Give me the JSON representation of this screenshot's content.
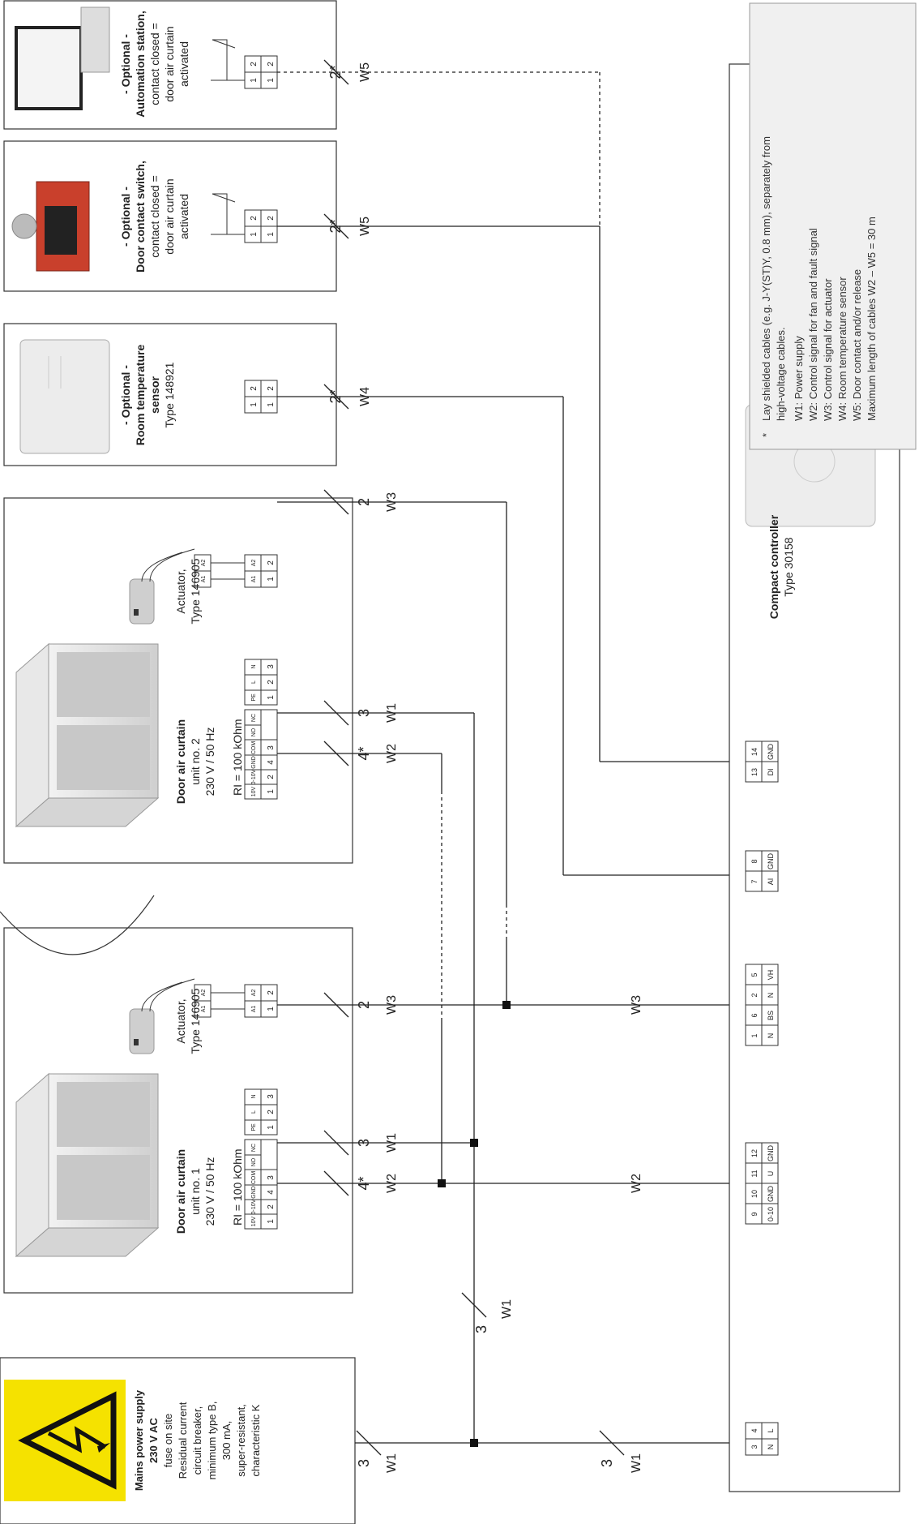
{
  "mains": {
    "title": "Mains power supply",
    "voltage": "230 V AC",
    "lines": [
      "fuse on site",
      "Residual current",
      "circuit breaker,",
      "minimum type B,",
      "300 mA,",
      "super-resistant,",
      "characteristic K"
    ]
  },
  "units": [
    {
      "title": "Door air curtain",
      "sub1": "unit no. 1",
      "sub2": "230 V / 50 Hz"
    },
    {
      "title": "Door air curtain",
      "sub1": "unit no. 2",
      "sub2": "230 V / 50 Hz"
    }
  ],
  "ri_label": "RI = 100 kOhm",
  "actuator": {
    "line1": "Actuator,",
    "line2": "Type 146905"
  },
  "sensor": {
    "l1": "- Optional -",
    "l2": "Room temperature",
    "l3": "sensor",
    "l4": "Type 148921"
  },
  "door_switch": {
    "l1": "- Optional -",
    "l2": "Door contact switch,",
    "l3": "contact closed =",
    "l4": "door air curtain",
    "l5": "activated"
  },
  "automation": {
    "l1": "- Optional -",
    "l2": "Automation station,",
    "l3": "contact closed =",
    "l4": "door air curtain",
    "l5": "activated"
  },
  "controller": {
    "title": "Compact controller",
    "type": "Type 30158"
  },
  "notes": {
    "star": "*",
    "l1": "Lay shielded cables (e.g. J-Y(ST)Y, 0.8 mm), separately from",
    "l2": "high-voltage cables.",
    "l3": "W1: Power supply",
    "l4": "W2: Control signal for fan and fault signal",
    "l5": "W3: Control signal for actuator",
    "l6": "W4: Room temperature sensor",
    "l7": "W5: Door contact and/or release",
    "l8": "Maximum length of cables W2 – W5 = 30 m"
  },
  "cables": {
    "w1": "W1",
    "w2": "W2",
    "w3": "W3",
    "w4": "W4",
    "w5": "W5"
  },
  "counts": {
    "three": "3",
    "two": "2",
    "four_star": "4*",
    "two_star": "2*"
  },
  "term_control": [
    "10V",
    "0-10V",
    "GND",
    "COM",
    "NO",
    "NC"
  ],
  "term_power": [
    "PE",
    "L",
    "N"
  ],
  "term_act": [
    "A1",
    "A2"
  ],
  "nums": {
    "n1": "1",
    "n2": "2",
    "n3": "3",
    "n4": "4"
  },
  "ctrl_terms": {
    "t1": {
      "nums": [
        "3",
        "4"
      ],
      "labels": [
        "N",
        "L"
      ]
    },
    "t2": {
      "nums": [
        "9",
        "10",
        "11",
        "12"
      ],
      "labels": [
        "0-10",
        "GND",
        "U",
        "GND"
      ]
    },
    "t3": {
      "nums": [
        "1",
        "6",
        "2",
        "5"
      ],
      "labels": [
        "N",
        "BS",
        "N",
        "VH"
      ]
    },
    "t4": {
      "nums": [
        "7",
        "8"
      ],
      "labels": [
        "AI",
        "GND"
      ]
    },
    "t5": {
      "nums": [
        "13",
        "14"
      ],
      "labels": [
        "DI",
        "GND"
      ]
    }
  }
}
